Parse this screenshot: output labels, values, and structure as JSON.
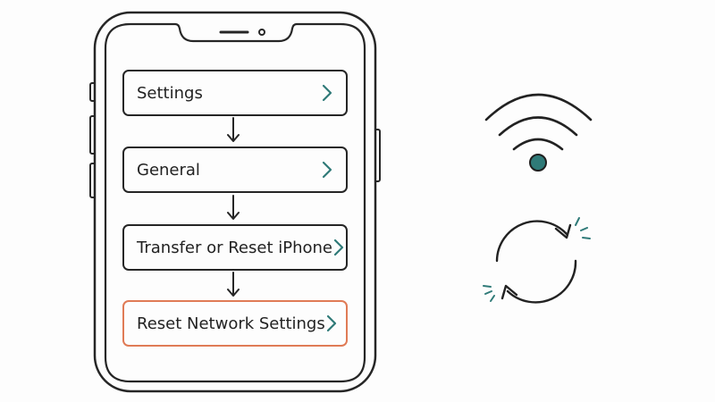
{
  "steps": [
    {
      "label": "Settings",
      "highlight": false
    },
    {
      "label": "General",
      "highlight": false
    },
    {
      "label": "Transfer or Reset iPhone",
      "highlight": false
    },
    {
      "label": "Reset Network Settings",
      "highlight": true
    }
  ],
  "colors": {
    "outline": "#262626",
    "highlight": "#e07b56",
    "accent": "#2f7a78",
    "background": "#fdfdfd"
  },
  "icons": {
    "wifi": "wifi-icon",
    "refresh": "refresh-icon",
    "chevron": "chevron-right-icon",
    "arrow": "arrow-down-icon"
  }
}
